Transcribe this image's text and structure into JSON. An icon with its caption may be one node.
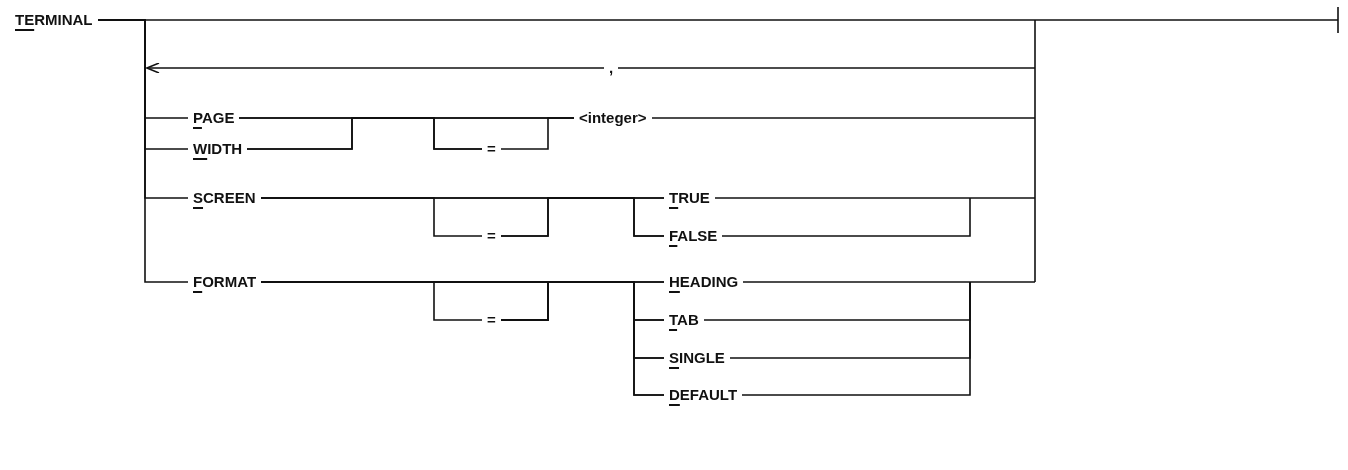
{
  "diagram": {
    "nodes": [
      {
        "text": [
          "TERMINAL"
        ]
      },
      {
        "text": [
          ","
        ]
      },
      {
        "text": [
          "PAGE"
        ]
      },
      {
        "text": [
          "WIDTH"
        ]
      },
      {
        "text": [
          "="
        ]
      },
      {
        "text": [
          "<integer>"
        ]
      },
      {
        "text": [
          "SCREEN"
        ]
      },
      {
        "text": [
          "="
        ]
      },
      {
        "text": [
          "TRUE"
        ]
      },
      {
        "text": [
          "FALSE"
        ]
      },
      {
        "text": [
          "FORMAT"
        ]
      },
      {
        "text": [
          "="
        ]
      },
      {
        "text": [
          "HEADING"
        ]
      },
      {
        "text": [
          "TAB"
        ]
      },
      {
        "text": [
          "SINGLE"
        ]
      },
      {
        "text": [
          "DEFAULT"
        ]
      }
    ],
    "edges": [
      {
        "from": 0,
        "to": 2,
        "arrow": "none"
      },
      {
        "from": 0,
        "to": 3,
        "arrow": "none"
      },
      {
        "from": 0,
        "to": 6,
        "arrow": "none"
      },
      {
        "from": 0,
        "to": 10,
        "arrow": "none"
      },
      {
        "from": 2,
        "to": 4,
        "arrow": "none"
      },
      {
        "from": 3,
        "to": 4,
        "arrow": "none"
      },
      {
        "from": 4,
        "to": 5,
        "arrow": "none"
      },
      {
        "from": 2,
        "to": 5,
        "arrow": "none"
      },
      {
        "from": 3,
        "to": 5,
        "arrow": "none"
      },
      {
        "from": 6,
        "to": 7,
        "arrow": "none"
      },
      {
        "from": 6,
        "to": 8,
        "arrow": "none"
      },
      {
        "from": 6,
        "to": 9,
        "arrow": "none"
      },
      {
        "from": 7,
        "to": 8,
        "arrow": "none"
      },
      {
        "from": 7,
        "to": 9,
        "arrow": "none"
      },
      {
        "from": 10,
        "to": 11,
        "arrow": "none"
      },
      {
        "from": 10,
        "to": 12,
        "arrow": "none"
      },
      {
        "from": 10,
        "to": 13,
        "arrow": "none"
      },
      {
        "from": 10,
        "to": 14,
        "arrow": "none"
      },
      {
        "from": 10,
        "to": 15,
        "arrow": "none"
      },
      {
        "from": 11,
        "to": 12,
        "arrow": "none"
      },
      {
        "from": 11,
        "to": 13,
        "arrow": "none"
      },
      {
        "from": 11,
        "to": 14,
        "arrow": "none"
      },
      {
        "from": 11,
        "to": 15,
        "arrow": "none"
      },
      {
        "from": 1,
        "to": null,
        "arrow": "to"
      },
      {
        "from": null,
        "to": 1,
        "arrow": "none"
      },
      {
        "from": 5,
        "to": null,
        "arrow": "none"
      },
      {
        "from": 8,
        "to": null,
        "arrow": "none"
      },
      {
        "from": 9,
        "to": null,
        "arrow": "none"
      },
      {
        "from": 12,
        "to": null,
        "arrow": "none"
      },
      {
        "from": 13,
        "to": null,
        "arrow": "none"
      },
      {
        "from": 14,
        "to": null,
        "arrow": "none"
      },
      {
        "from": 15,
        "to": null,
        "arrow": "none"
      }
    ]
  }
}
